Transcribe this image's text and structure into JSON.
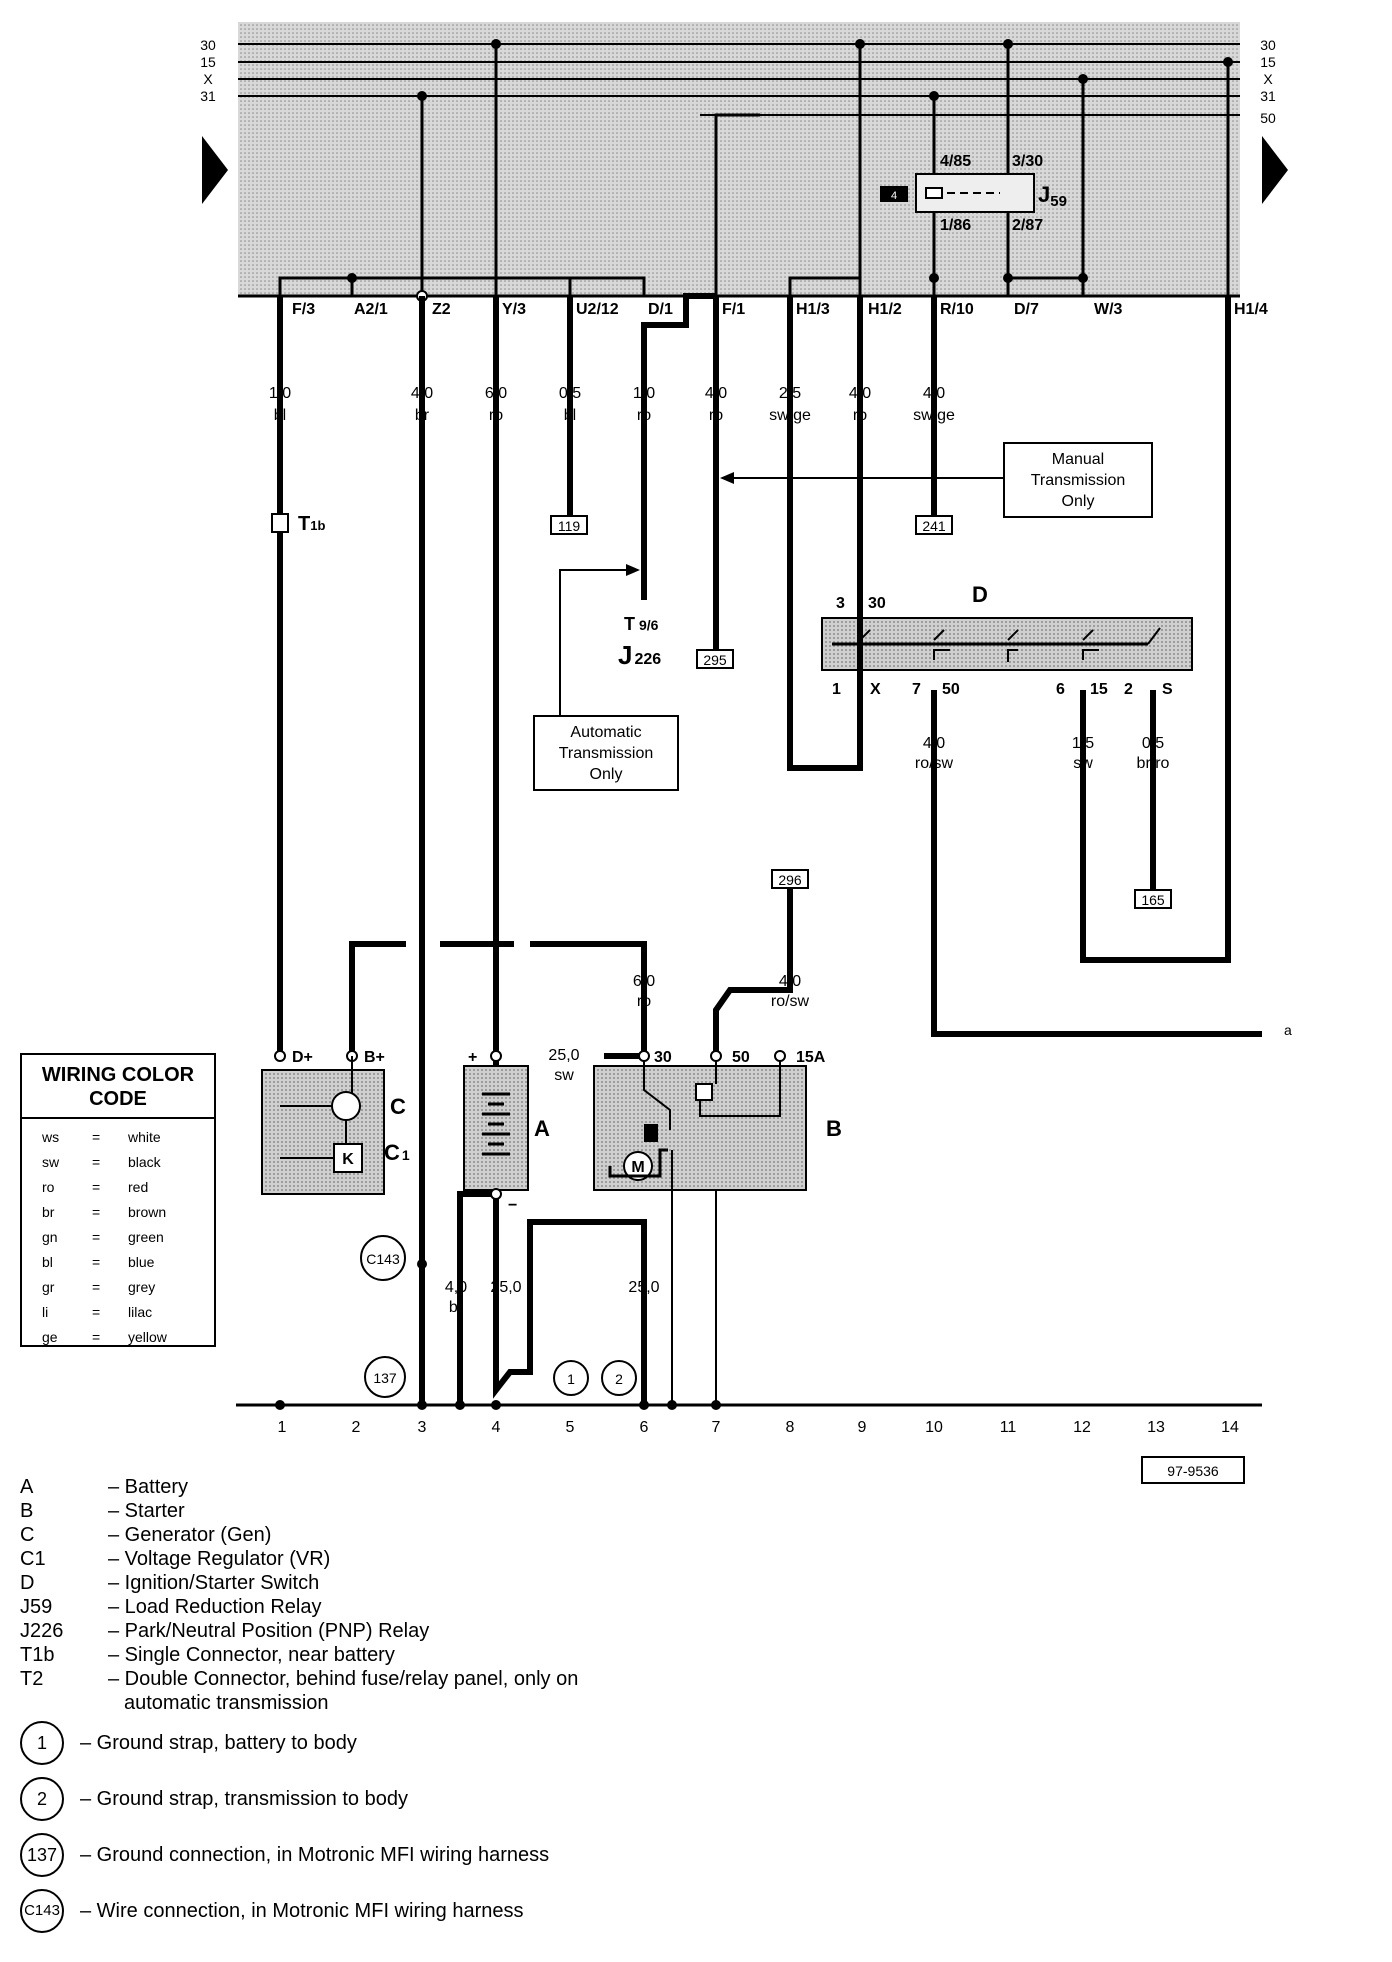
{
  "bus_labels": [
    "30",
    "15",
    "X",
    "31",
    "50"
  ],
  "terminal_labels": [
    "F/3",
    "A2/1",
    "Z2",
    "Y/3",
    "U2/12",
    "D/1",
    "F/1",
    "H1/3",
    "H1/2",
    "R/10",
    "D/7",
    "W/3",
    "H1/4"
  ],
  "wire_specs": [
    {
      "size": "1,0",
      "color": "bl"
    },
    {
      "size": "4,0",
      "color": "br"
    },
    {
      "size": "6,0",
      "color": "ro"
    },
    {
      "size": "0,5",
      "color": "bl"
    },
    {
      "size": "1,0",
      "color": "ro"
    },
    {
      "size": "4,0",
      "color": "ro"
    },
    {
      "size": "2,5",
      "color": "sw/ge"
    },
    {
      "size": "4,0",
      "color": "ro"
    },
    {
      "size": "4,0",
      "color": "sw/ge"
    }
  ],
  "relay_j59": {
    "name": "J",
    "sub": "59",
    "fuse": "4",
    "pins": [
      "4/85",
      "3/30",
      "1/86",
      "2/87"
    ]
  },
  "refs": {
    "r119": "119",
    "r241": "241",
    "r295": "295",
    "r296": "296",
    "r165": "165"
  },
  "notes": {
    "manual": [
      "Manual",
      "Transmission",
      "Only"
    ],
    "automatic": [
      "Automatic",
      "Transmission",
      "Only"
    ]
  },
  "t1b": {
    "name": "T",
    "sub": "1b"
  },
  "j226": {
    "t": "T",
    "tsub": "9/6",
    "j": "J",
    "jsub": "226"
  },
  "switch_d": {
    "name": "D",
    "top_pins": [
      "3",
      "30"
    ],
    "bottom_pins": [
      "1",
      "X",
      "7",
      "50",
      "6",
      "15",
      "2",
      "S"
    ]
  },
  "switch_wires": [
    {
      "size": "4,0",
      "color": "ro/sw"
    },
    {
      "size": "1,5",
      "color": "sw"
    },
    {
      "size": "0,5",
      "color": "br/ro"
    }
  ],
  "lower_wires": [
    {
      "size": "6,0",
      "color": "ro"
    },
    {
      "size": "4,0",
      "color": "ro/sw"
    },
    {
      "size": "25,0",
      "color": "sw"
    },
    {
      "size": "4,0",
      "color": "br"
    },
    {
      "size": "25,0",
      "color": ""
    },
    {
      "size": "25,0",
      "color": ""
    }
  ],
  "components": {
    "gen_pins": [
      "D+",
      "B+"
    ],
    "gen": "C",
    "reg": "C",
    "reg_sub": "1",
    "reg_symbol": "K",
    "battery": "A",
    "battery_plus": "+",
    "battery_minus": "−",
    "starter": "B",
    "starter_pins": [
      "30",
      "50",
      "15A"
    ],
    "motor": "M"
  },
  "circles": {
    "c143": "C143",
    "g137": "137",
    "g1": "1",
    "g2": "2"
  },
  "continuation_label": "a",
  "ground_numbers": [
    "1",
    "2",
    "3",
    "4",
    "5",
    "6",
    "7",
    "8",
    "9",
    "10",
    "11",
    "12",
    "13",
    "14"
  ],
  "diagram_id": "97-9536",
  "wiring_color_code": {
    "title": "WIRING COLOR CODE",
    "entries": [
      {
        "abbr": "ws",
        "color": "white"
      },
      {
        "abbr": "sw",
        "color": "black"
      },
      {
        "abbr": "ro",
        "color": "red"
      },
      {
        "abbr": "br",
        "color": "brown"
      },
      {
        "abbr": "gn",
        "color": "green"
      },
      {
        "abbr": "bl",
        "color": "blue"
      },
      {
        "abbr": "gr",
        "color": "grey"
      },
      {
        "abbr": "li",
        "color": "lilac"
      },
      {
        "abbr": "ge",
        "color": "yellow"
      }
    ]
  },
  "legend": [
    {
      "code": "A",
      "desc": "– Battery"
    },
    {
      "code": "B",
      "desc": "– Starter"
    },
    {
      "code": "C",
      "desc": "– Generator (Gen)"
    },
    {
      "code": "C1",
      "desc": "– Voltage Regulator (VR)"
    },
    {
      "code": "D",
      "desc": "– Ignition/Starter Switch"
    },
    {
      "code": "J59",
      "desc": "– Load Reduction Relay"
    },
    {
      "code": "J226",
      "desc": "– Park/Neutral Position (PNP) Relay"
    },
    {
      "code": "T1b",
      "desc": "– Single Connector, near battery"
    },
    {
      "code": "T2",
      "desc": "– Double Connector, behind fuse/relay panel, only on"
    },
    {
      "code": "",
      "desc": "automatic transmission"
    }
  ],
  "legend_circles": [
    {
      "code": "1",
      "desc": "– Ground strap, battery to body"
    },
    {
      "code": "2",
      "desc": "– Ground strap, transmission to body"
    },
    {
      "code": "137",
      "desc": "– Ground connection, in Motronic MFI wiring harness"
    },
    {
      "code": "C143",
      "desc": "– Wire connection, in Motronic MFI wiring harness"
    }
  ]
}
